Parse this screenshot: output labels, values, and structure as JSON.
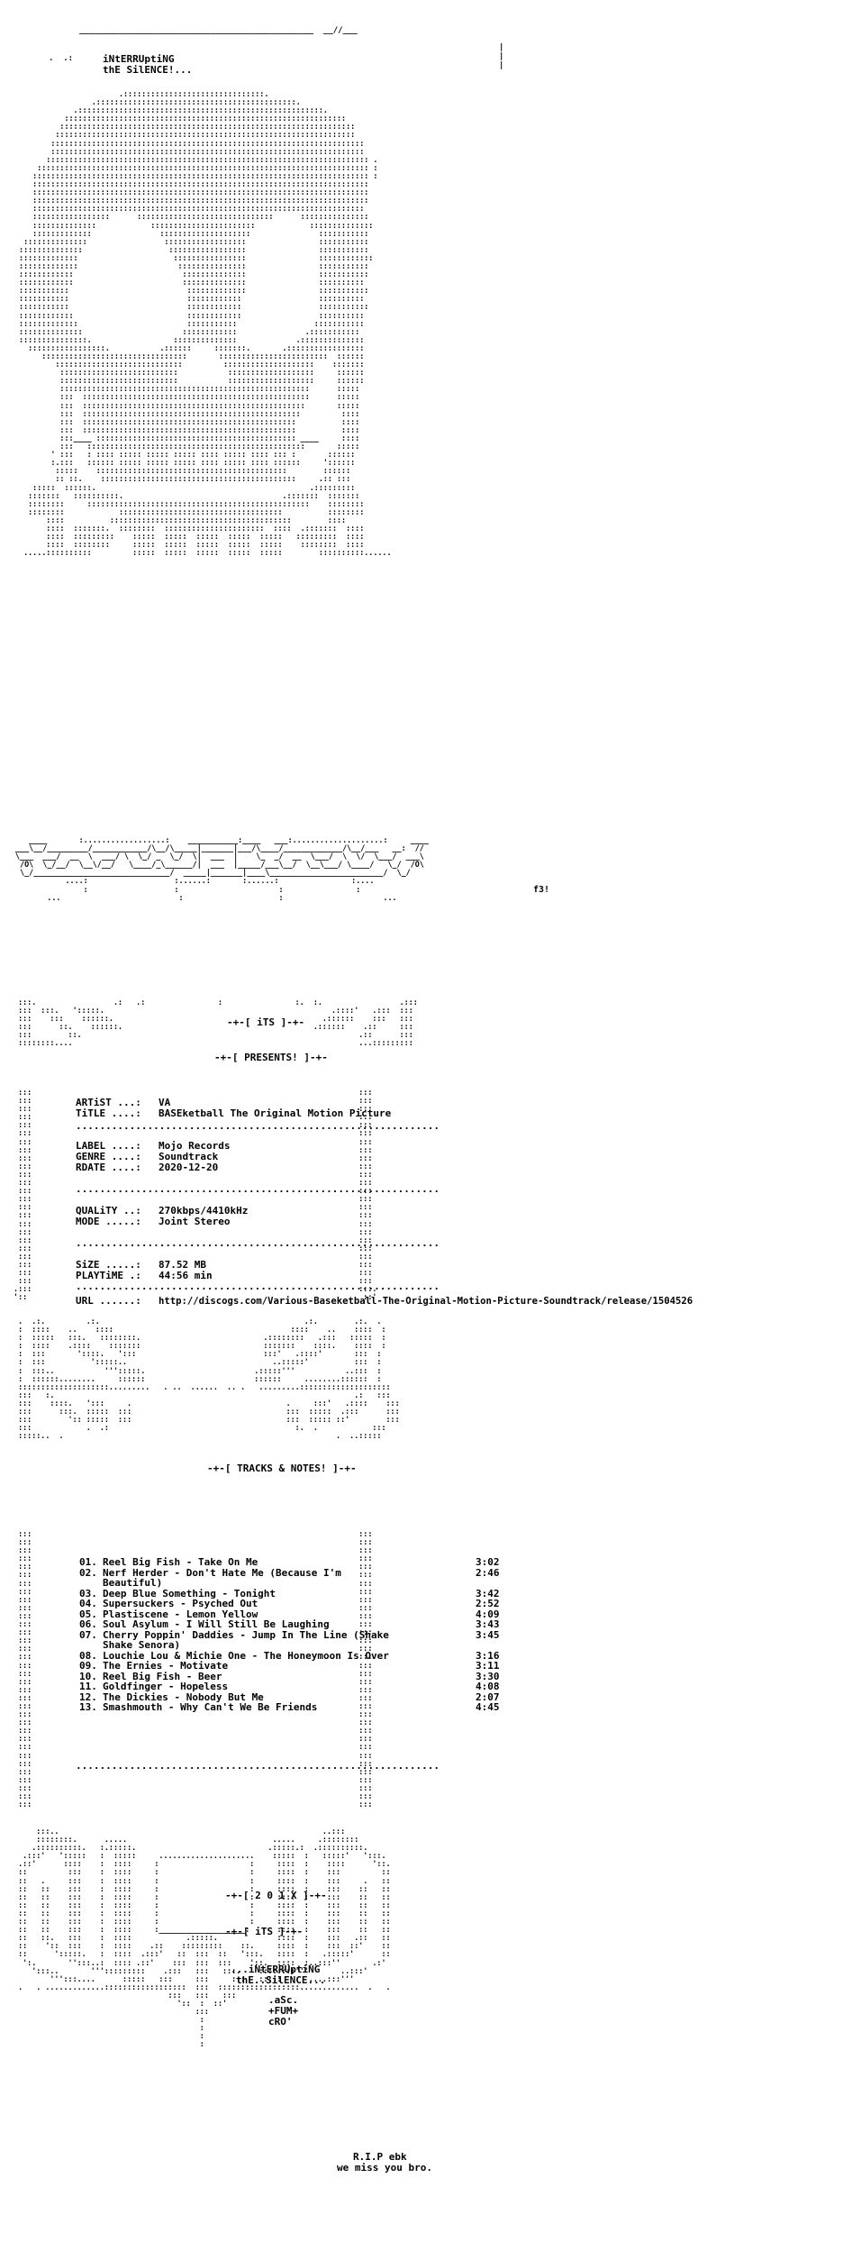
{
  "header": {
    "group_line1": "iNtERRUptiNG",
    "group_line2": "thE SilENCE!...",
    "tag": "f3!"
  },
  "banner": {
    "its": "-+-[ iTS ]-+-",
    "presents": "-+-[ PRESENTS! ]-+-"
  },
  "info": {
    "artist_label": "ARTiST ...:",
    "artist": "VA",
    "title_label": "TiTLE ....:",
    "title": "BASEketball The Original Motion Picture",
    "label_label": "LABEL ....:",
    "label": "Mojo Records",
    "genre_label": "GENRE ....:",
    "genre": "Soundtrack",
    "rdate_label": "RDATE ....:",
    "rdate": "2020-12-20",
    "quality_label": "QUALiTY ..:",
    "quality": "270kbps/4410kHz",
    "mode_label": "MODE .....:",
    "mode": "Joint Stereo",
    "size_label": "SiZE .....:",
    "size": "87.52 MB",
    "playtime_label": "PLAYTiME .:",
    "playtime": "44:56 min",
    "url_label": "URL ......:",
    "url": "http://discogs.com/Various-Baseketball-The-Original-Motion-Picture-Soundtrack/release/1504526"
  },
  "tracks_heading": "-+-[ TRACKS & NOTES! ]-+-",
  "tracks": [
    {
      "no": "01.",
      "title": "Reel Big Fish - Take On Me",
      "title2": "",
      "time": "3:02"
    },
    {
      "no": "02.",
      "title": "Nerf Herder - Don't Hate Me (Because I'm",
      "title2": "Beautiful)",
      "time": "2:46"
    },
    {
      "no": "03.",
      "title": "Deep Blue Something - Tonight",
      "title2": "",
      "time": "3:42"
    },
    {
      "no": "04.",
      "title": "Supersuckers - Psyched Out",
      "title2": "",
      "time": "2:52"
    },
    {
      "no": "05.",
      "title": "Plastiscene - Lemon Yellow",
      "title2": "",
      "time": "4:09"
    },
    {
      "no": "06.",
      "title": "Soul Asylum - I Will Still Be Laughing",
      "title2": "",
      "time": "3:43"
    },
    {
      "no": "07.",
      "title": "Cherry Poppin' Daddies - Jump In The Line (Shake",
      "title2": "Shake Senora)",
      "time": "3:45"
    },
    {
      "no": "08.",
      "title": "Louchie Lou & Michie One - The Honeymoon Is Over",
      "title2": "",
      "time": "3:16"
    },
    {
      "no": "09.",
      "title": "The Ernies - Motivate",
      "title2": "",
      "time": "3:11"
    },
    {
      "no": "10.",
      "title": "Reel Big Fish - Beer",
      "title2": "",
      "time": "3:30"
    },
    {
      "no": "11.",
      "title": "Goldfinger - Hopeless",
      "title2": "",
      "time": "4:08"
    },
    {
      "no": "12.",
      "title": "The Dickies - Nobody But Me",
      "title2": "",
      "time": "2:07"
    },
    {
      "no": "13.",
      "title": "Smashmouth - Why Can't We Be Friends",
      "title2": "",
      "time": "4:45"
    }
  ],
  "footer": {
    "year": "-+-[ 2 0 1 X ]-+-",
    "its": "-+-[ iTS ]-+-",
    "group_line1": "...iNtERRUptiNG",
    "group_line2": "thE..SilENCE...",
    "credit1": ".aSc.",
    "credit2": "+FUM+",
    "credit3": "cRO'",
    "rip_line1": "R.I.P ebk",
    "rip_line2": "we miss you bro."
  }
}
